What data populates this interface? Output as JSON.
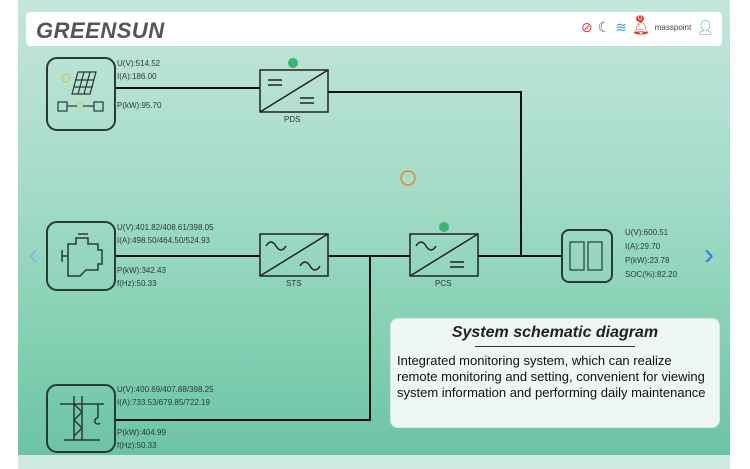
{
  "header": {
    "brand": "GREENSUN",
    "user": "masspoint",
    "notification_count": "0"
  },
  "icons": [
    "no-fan-icon",
    "moon-icon",
    "wifi-icon",
    "bell-icon",
    "user-icon"
  ],
  "devices": {
    "pds": {
      "label": "PDS"
    },
    "sts": {
      "label": "STS"
    },
    "pcs": {
      "label": "PCS"
    }
  },
  "pv": {
    "u": "U(V):514.52",
    "i": "I(A):186.00",
    "p": "P(kW):95.70"
  },
  "generator": {
    "u": "U(V):401.82/408.61/398.05",
    "i": "I(A):498.50/464.50/524.93",
    "p": "P(kW):342.43",
    "f": "f(Hz):50.33"
  },
  "battery": {
    "u": "U(V):600.51",
    "i": "I(A):29.70",
    "p": "P(kW):23.78",
    "soc": "SOC(%):82.20"
  },
  "grid": {
    "u": "U(V):400.69/407.88/398.25",
    "i": "I(A):733.53/679.85/722.19",
    "p": "P(kW):404.99",
    "f": "f(Hz):50.33"
  },
  "card": {
    "title": "System schematic diagram",
    "body": "Integrated monitoring system, which can realize remote monitoring and setting, convenient for viewing system information and performing daily maintenance"
  },
  "colors": {
    "accent": "#2f7fe0",
    "status_green": "#3cb371",
    "alert": "#e53935"
  }
}
